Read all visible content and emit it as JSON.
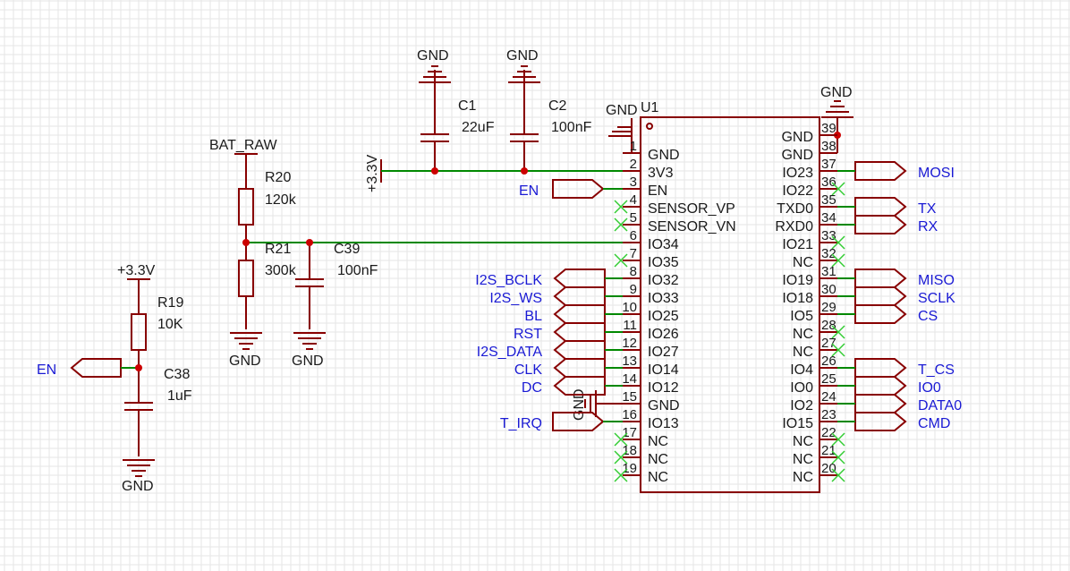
{
  "colors": {
    "wire": "#008800",
    "part": "#880000",
    "netlabel": "#1a1ad4",
    "junction": "#cc0000",
    "nc": "#33cc33"
  },
  "ic": {
    "ref": "U1",
    "left_pins": [
      {
        "num": "1",
        "name": "GND",
        "nc": false
      },
      {
        "num": "2",
        "name": "3V3",
        "nc": false
      },
      {
        "num": "3",
        "name": "EN",
        "nc": false
      },
      {
        "num": "4",
        "name": "SENSOR_VP",
        "nc": true
      },
      {
        "num": "5",
        "name": "SENSOR_VN",
        "nc": true
      },
      {
        "num": "6",
        "name": "IO34",
        "nc": false
      },
      {
        "num": "7",
        "name": "IO35",
        "nc": true
      },
      {
        "num": "8",
        "name": "IO32",
        "nc": false,
        "net": "I2S_BCLK"
      },
      {
        "num": "9",
        "name": "IO33",
        "nc": false,
        "net": "I2S_WS"
      },
      {
        "num": "10",
        "name": "IO25",
        "nc": false,
        "net": "BL"
      },
      {
        "num": "11",
        "name": "IO26",
        "nc": false,
        "net": "RST"
      },
      {
        "num": "12",
        "name": "IO27",
        "nc": false,
        "net": "I2S_DATA"
      },
      {
        "num": "13",
        "name": "IO14",
        "nc": false,
        "net": "CLK"
      },
      {
        "num": "14",
        "name": "IO12",
        "nc": false,
        "net": "DC"
      },
      {
        "num": "15",
        "name": "GND",
        "nc": false
      },
      {
        "num": "16",
        "name": "IO13",
        "nc": false,
        "net": "T_IRQ"
      },
      {
        "num": "17",
        "name": "NC",
        "nc": true
      },
      {
        "num": "18",
        "name": "NC",
        "nc": true
      },
      {
        "num": "19",
        "name": "NC",
        "nc": true
      }
    ],
    "right_pins": [
      {
        "num": "39",
        "name": "GND",
        "nc": false
      },
      {
        "num": "38",
        "name": "GND",
        "nc": false
      },
      {
        "num": "37",
        "name": "IO23",
        "nc": false,
        "net": "MOSI"
      },
      {
        "num": "36",
        "name": "IO22",
        "nc": true
      },
      {
        "num": "35",
        "name": "TXD0",
        "nc": false,
        "net": "TX"
      },
      {
        "num": "34",
        "name": "RXD0",
        "nc": false,
        "net": "RX"
      },
      {
        "num": "33",
        "name": "IO21",
        "nc": true
      },
      {
        "num": "32",
        "name": "NC",
        "nc": true
      },
      {
        "num": "31",
        "name": "IO19",
        "nc": false,
        "net": "MISO"
      },
      {
        "num": "30",
        "name": "IO18",
        "nc": false,
        "net": "SCLK"
      },
      {
        "num": "29",
        "name": "IO5",
        "nc": false,
        "net": "CS"
      },
      {
        "num": "28",
        "name": "NC",
        "nc": true
      },
      {
        "num": "27",
        "name": "NC",
        "nc": true
      },
      {
        "num": "26",
        "name": "IO4",
        "nc": false,
        "net": "T_CS"
      },
      {
        "num": "25",
        "name": "IO0",
        "nc": false,
        "net": "IO0"
      },
      {
        "num": "24",
        "name": "IO2",
        "nc": false,
        "net": "DATA0"
      },
      {
        "num": "23",
        "name": "IO15",
        "nc": false,
        "net": "CMD"
      },
      {
        "num": "22",
        "name": "NC",
        "nc": true
      },
      {
        "num": "21",
        "name": "NC",
        "nc": true
      },
      {
        "num": "20",
        "name": "NC",
        "nc": true
      }
    ]
  },
  "labels": {
    "gnd": "GND",
    "v33": "+3.3V",
    "en": "EN",
    "bat_raw": "BAT_RAW",
    "c1": {
      "ref": "C1",
      "value": "22uF"
    },
    "c2": {
      "ref": "C2",
      "value": "100nF"
    },
    "c38": {
      "ref": "C38",
      "value": "1uF"
    },
    "c39": {
      "ref": "C39",
      "value": "100nF"
    },
    "r19": {
      "ref": "R19",
      "value": "10K"
    },
    "r20": {
      "ref": "R20",
      "value": "120k"
    },
    "r21": {
      "ref": "R21",
      "value": "300k"
    }
  }
}
